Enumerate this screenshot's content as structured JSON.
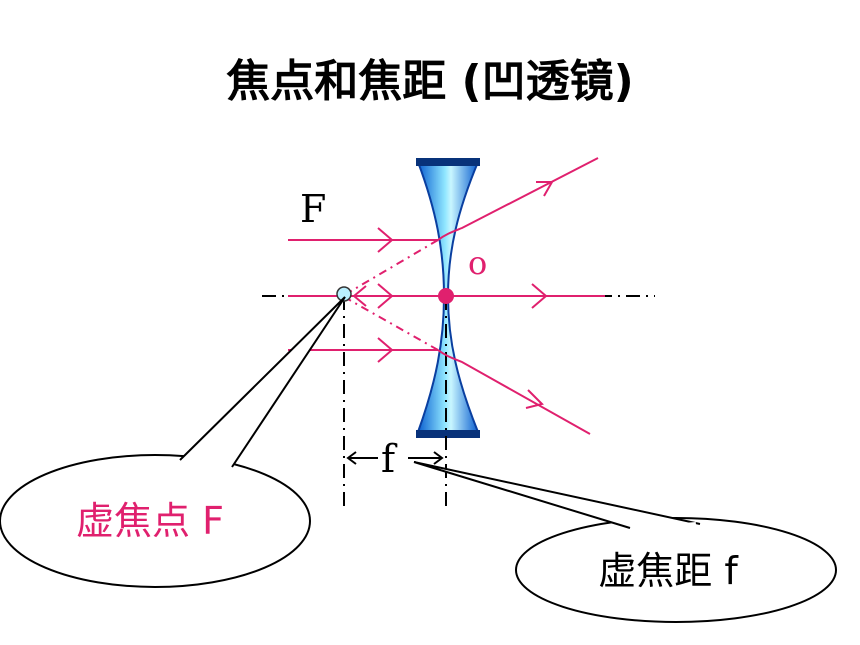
{
  "title": "焦点和焦距 (凹透镜)",
  "labels": {
    "F": "F",
    "o": "o",
    "f": "f"
  },
  "callouts": {
    "virtual_focus": "虚焦点 F",
    "virtual_focal_length": "虚焦距 f"
  },
  "colors": {
    "ray": "#e0206e",
    "lens_dark": "#1a6fd6",
    "lens_light": "#b9f0ff",
    "callout_text_pink": "#e0206e",
    "axis": "#000000"
  }
}
